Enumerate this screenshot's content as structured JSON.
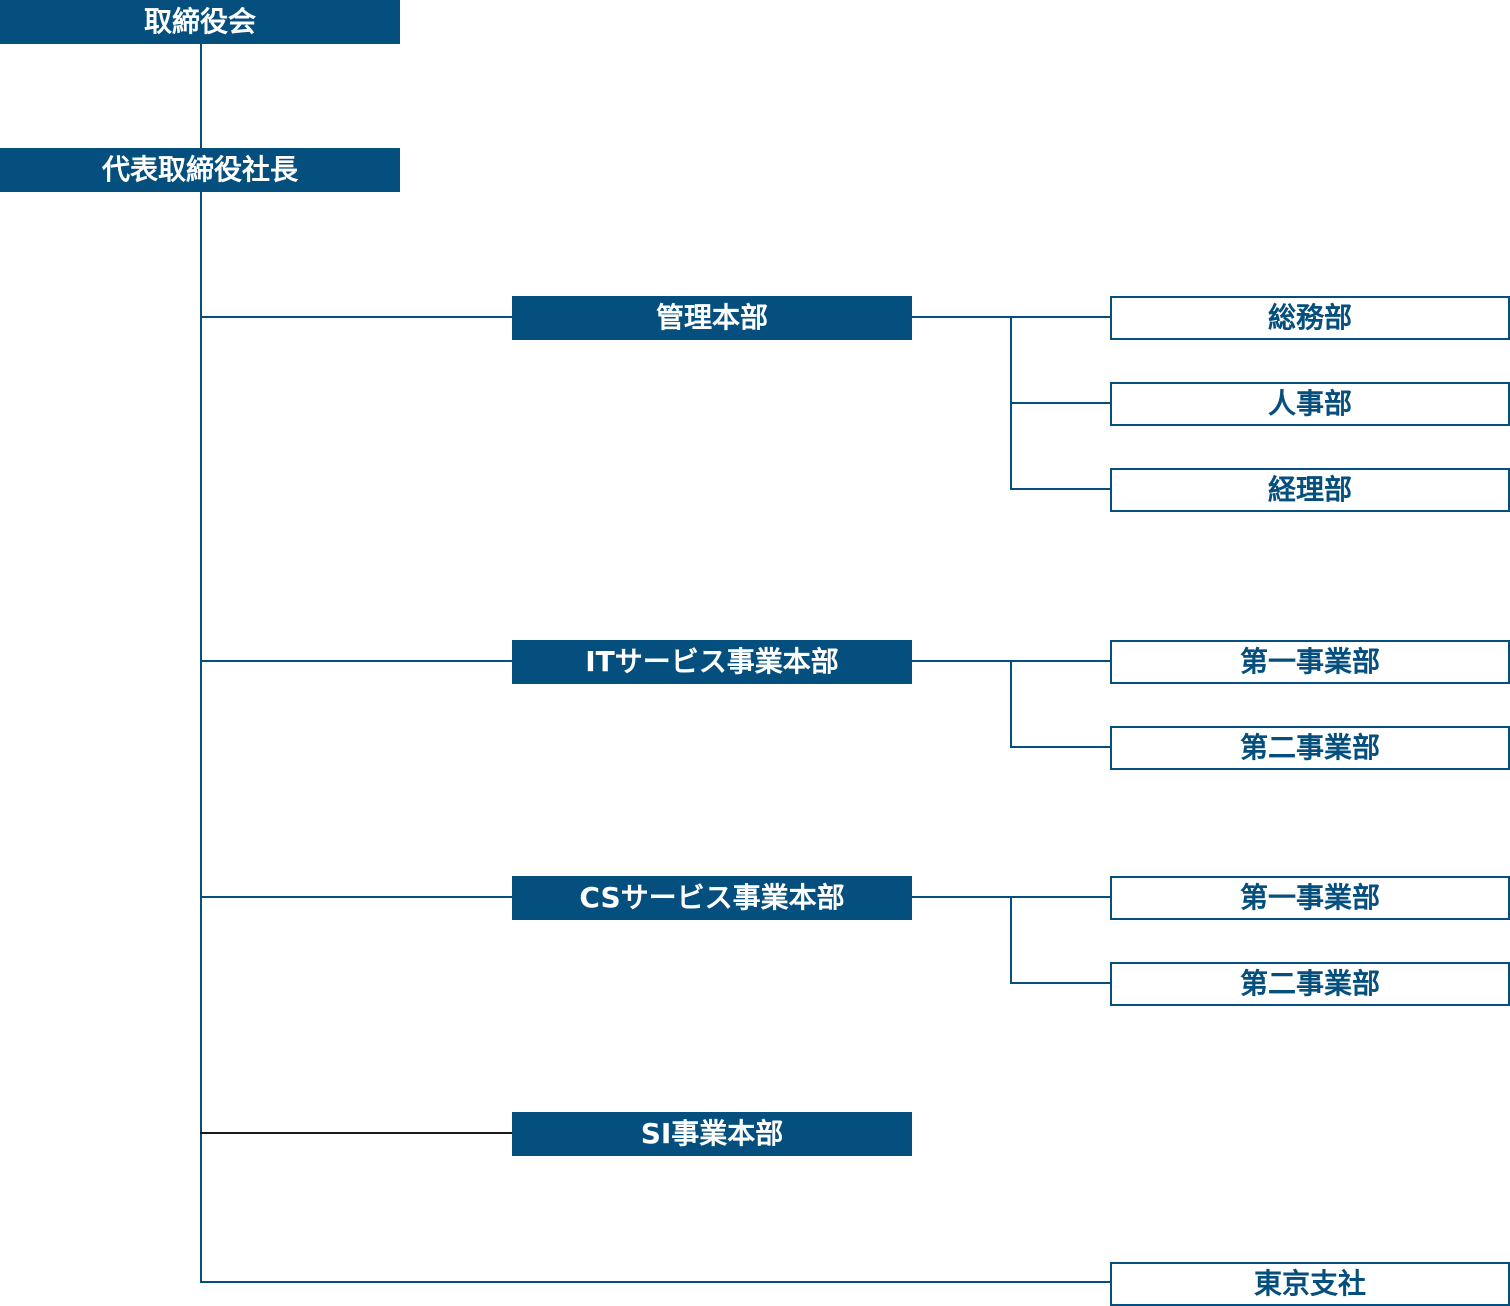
{
  "chart_data": {
    "type": "org-chart",
    "nodes": [
      {
        "id": "board",
        "label": "取締役会",
        "style": "filled"
      },
      {
        "id": "president",
        "label": "代表取締役社長",
        "style": "filled",
        "parent": "board"
      },
      {
        "id": "admin_hq",
        "label": "管理本部",
        "style": "filled",
        "parent": "president"
      },
      {
        "id": "general_affairs",
        "label": "総務部",
        "style": "outlined",
        "parent": "admin_hq"
      },
      {
        "id": "hr",
        "label": "人事部",
        "style": "outlined",
        "parent": "admin_hq"
      },
      {
        "id": "accounting",
        "label": "経理部",
        "style": "outlined",
        "parent": "admin_hq"
      },
      {
        "id": "it_hq",
        "label": "ITサービス事業本部",
        "style": "filled",
        "parent": "president"
      },
      {
        "id": "it_div1",
        "label": "第一事業部",
        "style": "outlined",
        "parent": "it_hq"
      },
      {
        "id": "it_div2",
        "label": "第二事業部",
        "style": "outlined",
        "parent": "it_hq"
      },
      {
        "id": "cs_hq",
        "label": "CSサービス事業本部",
        "style": "filled",
        "parent": "president"
      },
      {
        "id": "cs_div1",
        "label": "第一事業部",
        "style": "outlined",
        "parent": "cs_hq"
      },
      {
        "id": "cs_div2",
        "label": "第二事業部",
        "style": "outlined",
        "parent": "cs_hq"
      },
      {
        "id": "si_hq",
        "label": "SI事業本部",
        "style": "filled",
        "parent": "president"
      },
      {
        "id": "tokyo_branch",
        "label": "東京支社",
        "style": "outlined",
        "parent": "president"
      }
    ]
  },
  "colors": {
    "primary": "#044f7d",
    "filled_text": "#ffffff",
    "background": "#ffffff"
  }
}
